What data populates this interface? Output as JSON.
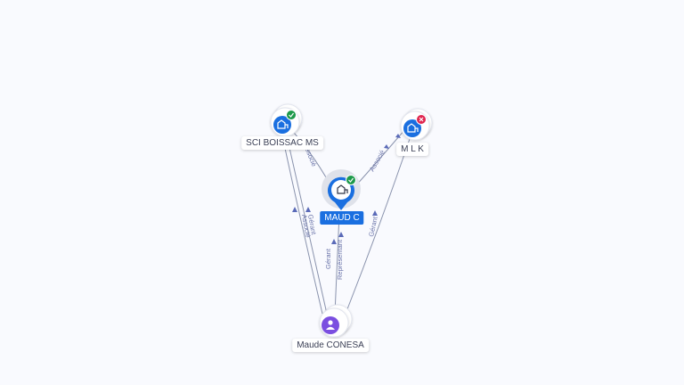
{
  "nodes": {
    "sci_boissac": {
      "label": "SCI BOISSAC MS",
      "type": "company",
      "status": "active",
      "icon": "building-icon"
    },
    "maud_c": {
      "label": "MAUD C",
      "type": "company",
      "status": "active",
      "icon": "building-icon",
      "focus": true
    },
    "mlk": {
      "label": "M L K",
      "type": "company",
      "status": "closed",
      "icon": "building-icon"
    },
    "maude_conesa": {
      "label": "Maude CONESA",
      "type": "person",
      "icon": "person-icon"
    }
  },
  "edges": {
    "sci_to_maud": "Associé",
    "maud_to_mlk": "Associé",
    "conesa_to_sci_a": "Gérant",
    "conesa_to_sci_b": "Associé",
    "conesa_to_maud_a": "Gérant",
    "conesa_to_maud_b": "Représentant",
    "conesa_to_mlk": "Gérant"
  },
  "colors": {
    "company_blue": "#1a6fe0",
    "person_purple": "#7b4fe0",
    "active_green": "#1e9a4b",
    "closed_red": "#e0264f",
    "edge": "#8a93ad",
    "edge_label": "#6872a8"
  }
}
